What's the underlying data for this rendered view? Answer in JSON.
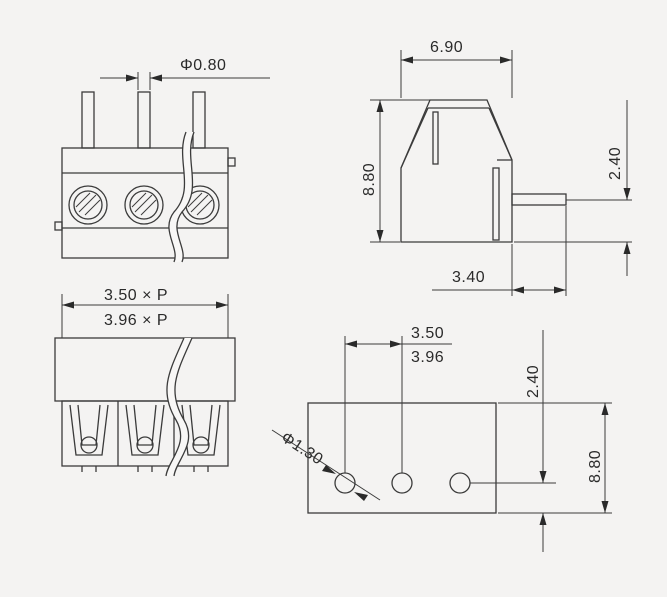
{
  "colors": {
    "line": "#3b3b3b",
    "background": "#f4f3f2"
  },
  "dimensions": {
    "pin_diameter": "Φ0.80",
    "side_width": "6.90",
    "side_height": "8.80",
    "pin_height": "2.40",
    "pin_offset": "3.40",
    "pitch_350": "3.50 × P",
    "pitch_396": "3.96 × P",
    "hole_diameter": "Φ1.30",
    "pcb_pitch_350": "3.50",
    "pcb_pitch_396": "3.96",
    "pcb_row_offset": "2.40",
    "pcb_height": "8.80"
  }
}
